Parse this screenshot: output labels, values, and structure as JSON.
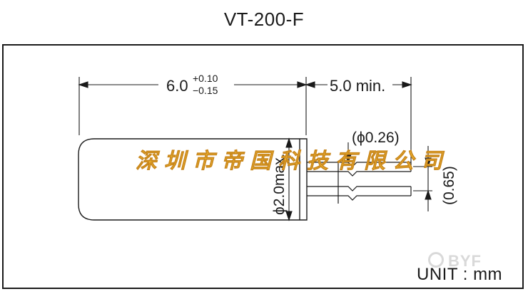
{
  "title": "VT-200-F",
  "dimensions": {
    "body_length_nominal": "6.0",
    "body_length_tol_plus": "+0.10",
    "body_length_tol_minus": "−0.15",
    "lead_length": "5.0 min.",
    "lead_diameter": "(ϕ0.26)",
    "body_diameter": "ϕ2.0max.",
    "lead_pitch": "(0.65)"
  },
  "watermark_text": "深圳市帝国科技有限公司",
  "unit_label": "UNIT : mm",
  "logo": {
    "icon": "logo-ring-icon",
    "text": "BYF"
  },
  "colors": {
    "line": "#1a1a1a",
    "watermark_fill": "#f2b830",
    "watermark_stroke": "#c8861c"
  }
}
